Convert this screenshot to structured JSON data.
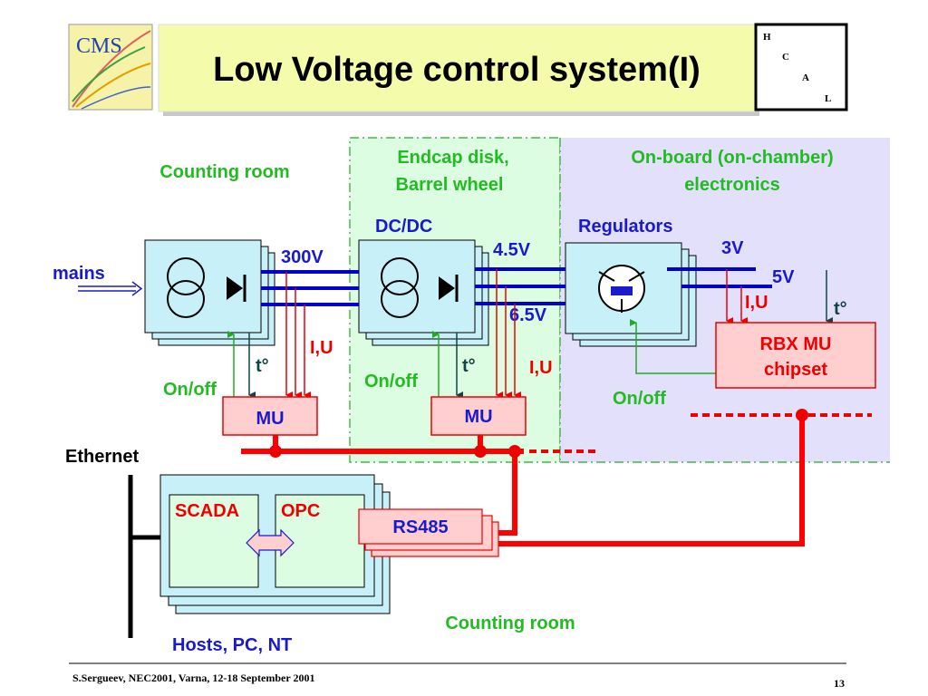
{
  "header": {
    "logo_text": "CMS",
    "title": "Low Voltage control system(I)",
    "hcal_letters": [
      "H",
      "C",
      "A",
      "L"
    ]
  },
  "zones": {
    "counting_room_top": "Counting room",
    "endcap_line1": "Endcap disk,",
    "endcap_line2": "Barrel wheel",
    "onboard_line1": "On-board (on-chamber)",
    "onboard_line2": "electronics",
    "counting_room_bottom": "Counting room"
  },
  "labels": {
    "mains": "mains",
    "v300": "300V",
    "dcdc": "DC/DC",
    "v45": "4.5V",
    "v65": "6.5V",
    "regulators": "Regulators",
    "v3": "3V",
    "v5": "5V",
    "iu": "I,U",
    "temp": "t°",
    "onoff": "On/off",
    "mu": "MU",
    "rbx_line1": "RBX MU",
    "rbx_line2": "chipset",
    "ethernet": "Ethernet",
    "scada": "SCADA",
    "opc": "OPC",
    "rs485": "RS485",
    "hosts": "Hosts, PC, NT"
  },
  "footer": {
    "credit": "S.Sergueev, NEC2001, Varna, 12-18 September 2001",
    "page": "13"
  },
  "colors": {
    "zone_green": "#ddfde3",
    "zone_violet": "#e3e0fb",
    "title_bg": "#f4fbaa",
    "box_cyan": "#c8f0f8",
    "mu_fill": "#ffcfcf",
    "bus_red": "#ff0000",
    "power_blue": "#0000cc",
    "label_green": "#22bb22",
    "label_blue": "#1a1acc",
    "label_red": "#ee0000"
  }
}
